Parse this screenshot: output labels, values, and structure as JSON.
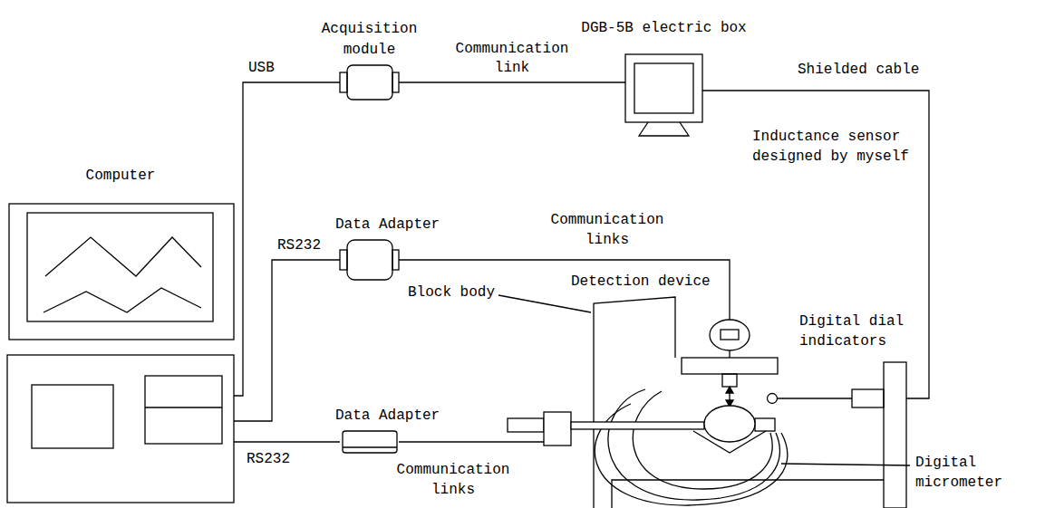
{
  "diagram": {
    "nodes": [
      {
        "text": [
          "Computer"
        ]
      },
      {
        "text": [
          "Acquisition module"
        ]
      },
      {
        "text": [
          "DGB-5B electric box"
        ]
      },
      {
        "text": [
          "Data Adapter"
        ]
      },
      {
        "text": [
          "Data Adapter"
        ]
      },
      {
        "text": [
          "Digital dial indicators"
        ]
      }
    ],
    "edges": [
      {
        "from": 0,
        "to": 1,
        "arrow": "none",
        "label": "USB"
      },
      {
        "from": 1,
        "to": 2,
        "arrow": "none",
        "label": "Communication link"
      },
      {
        "from": 0,
        "to": 3,
        "arrow": "none",
        "label": "RS232"
      },
      {
        "from": 0,
        "to": 4,
        "arrow": "none",
        "label": "RS232"
      },
      {
        "from": 3,
        "to": 5,
        "arrow": "none",
        "label": "Communication links"
      }
    ],
    "labels": [
      "Shielded cable",
      "Inductance sensor designed by myself",
      "Detection device",
      "Block body",
      "Communication links",
      "Digital micrometer"
    ]
  }
}
